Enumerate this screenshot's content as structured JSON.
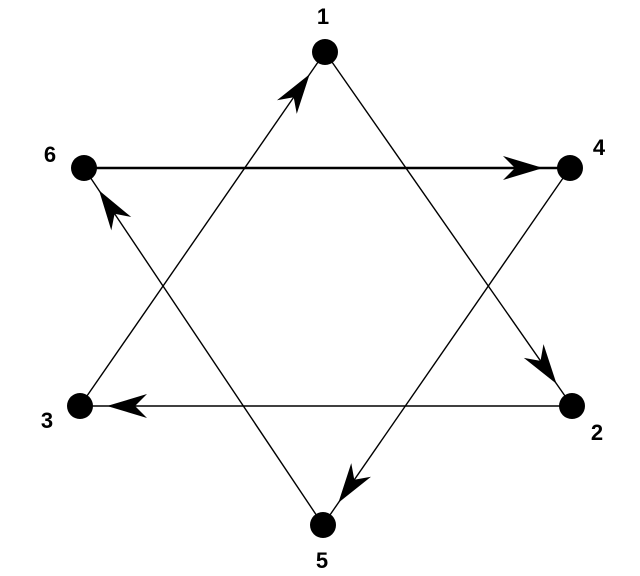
{
  "diagram": {
    "nodes": [
      {
        "id": "1",
        "label": "1"
      },
      {
        "id": "2",
        "label": "2"
      },
      {
        "id": "3",
        "label": "3"
      },
      {
        "id": "4",
        "label": "4"
      },
      {
        "id": "5",
        "label": "5"
      },
      {
        "id": "6",
        "label": "6"
      }
    ],
    "edges": [
      {
        "from": "1",
        "to": "2"
      },
      {
        "from": "2",
        "to": "3"
      },
      {
        "from": "3",
        "to": "1"
      },
      {
        "from": "4",
        "to": "5"
      },
      {
        "from": "5",
        "to": "6"
      },
      {
        "from": "6",
        "to": "4"
      }
    ],
    "colors": {
      "node": "#000000",
      "edge": "#000000",
      "background": "#ffffff"
    }
  }
}
